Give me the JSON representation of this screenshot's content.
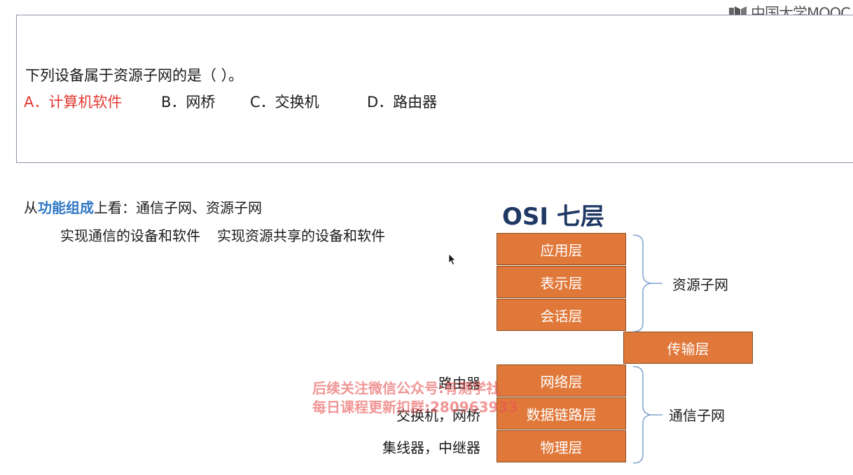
{
  "logo": {
    "text": "中国大学MOOC",
    "icon": "book-icon"
  },
  "question": {
    "text": "下列设备属于资源子网的是（          ）。",
    "options": [
      {
        "label": "A．计算机软件",
        "color": "#e23a32"
      },
      {
        "label": "B．网桥"
      },
      {
        "label": "C．交换机"
      },
      {
        "label": "D．路由器"
      }
    ]
  },
  "explanation": {
    "line1_prefix": "从",
    "line1_highlight": "功能组成",
    "line1_suffix": "上看：通信子网、资源子网",
    "line2_left": "实现通信的设备和软件",
    "line2_right": "实现资源共享的设备和软件",
    "highlight_color": "#2f78c4"
  },
  "osi": {
    "title": "OSI  七层",
    "layers": [
      "应用层",
      "表示层",
      "会话层",
      "传输层",
      "网络层",
      "数据链路层",
      "物理层"
    ],
    "resource_label": "资源子网",
    "comm_label": "通信子网",
    "layer_color": "#e0783a",
    "devices": {
      "network": "路由器",
      "datalink": "交换机，网桥",
      "physical": "集线器，中继器"
    }
  },
  "watermark": {
    "line1": "后续关注微信公众号:有测学社",
    "line2": "每日课程更新扣群:280963933"
  }
}
